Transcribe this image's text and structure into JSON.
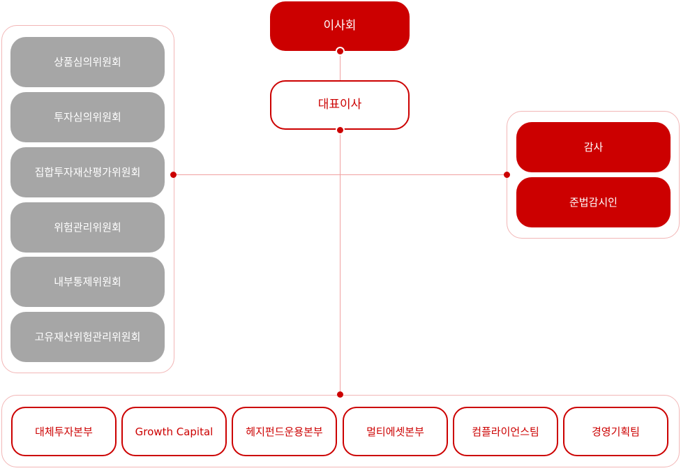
{
  "board": "이사회",
  "ceo": "대표이사",
  "committees": [
    "상품심의위원회",
    "투자심의위원회",
    "집합투자재산평가위원회",
    "위험관리위원회",
    "내부통제위원회",
    "고유재산위험관리위원회"
  ],
  "audit": [
    "감사",
    "준법감시인"
  ],
  "divisions": [
    "대체투자본부",
    "Growth Capital",
    "헤지펀드운용본부",
    "멀티에셋본부",
    "컴플라이언스팀",
    "경영기획팀"
  ],
  "colors": {
    "accent": "#cc0000",
    "committee_gray": "#a6a6a6",
    "connector": "#f0a0a0",
    "panel_border": "#f2b6b6"
  }
}
